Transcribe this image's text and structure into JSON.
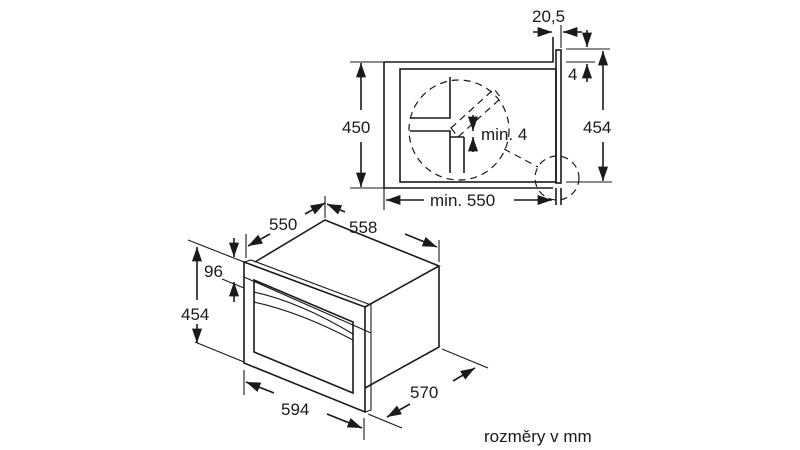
{
  "top_view": {
    "dims": {
      "panel_thickness": "20,5",
      "gap": "4",
      "niche_height": "450",
      "panel_height": "454",
      "clearance": "min. 4",
      "niche_depth": "min. 550"
    }
  },
  "oven_view": {
    "dims": {
      "depth_top": "550",
      "width_top": "558",
      "panel_strip": "96",
      "height": "454",
      "width": "594",
      "depth": "570"
    }
  },
  "caption": "rozměry v mm"
}
